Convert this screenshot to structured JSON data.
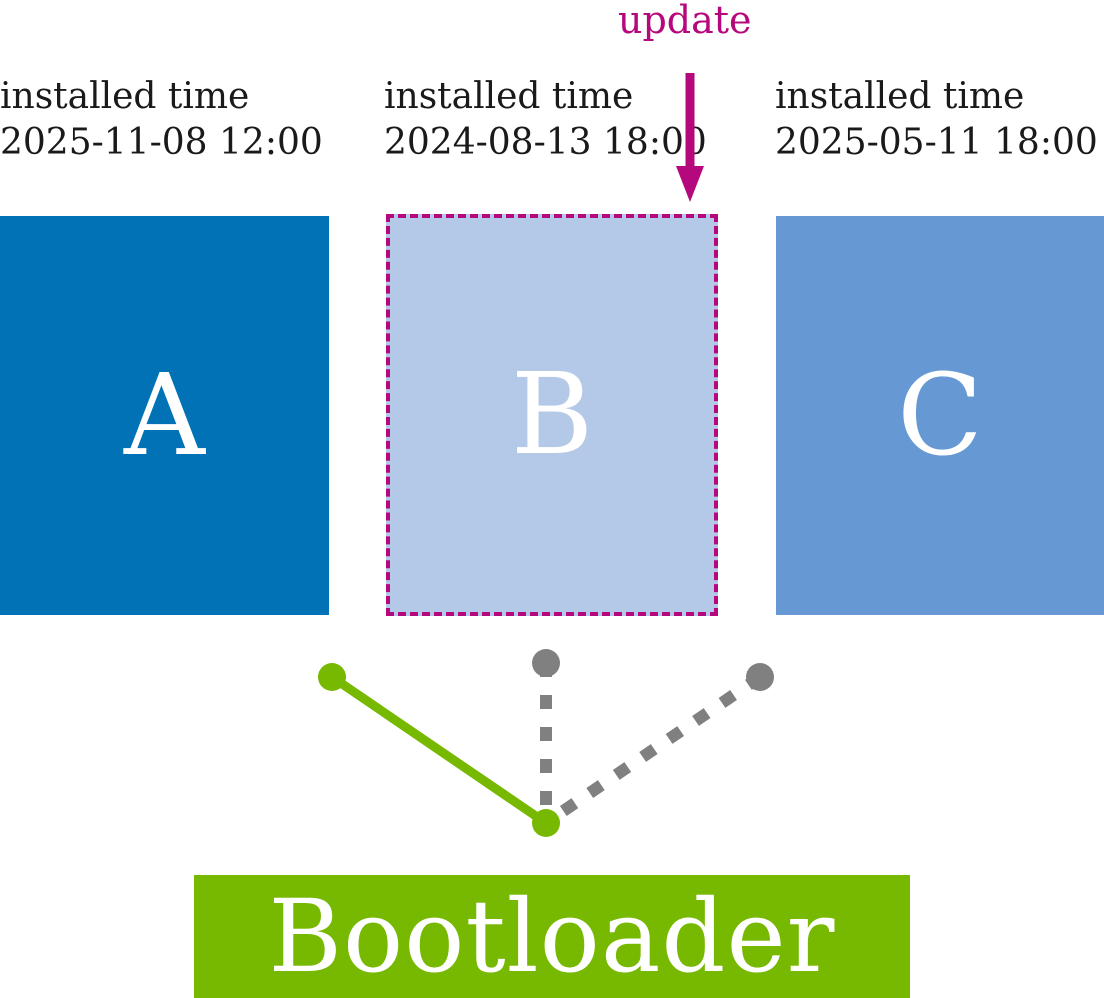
{
  "update": {
    "label": "update",
    "color": "#b5087c"
  },
  "slots": [
    {
      "id": "A",
      "caption_line1": "installed time",
      "caption_line2": "2025-11-08 12:00",
      "color": "#0072b5",
      "selected_by_bootloader": true
    },
    {
      "id": "B",
      "caption_line1": "installed time",
      "caption_line2": "2024-08-13 18:00",
      "color": "#b4c8e8",
      "border": "dashed",
      "update_target": true
    },
    {
      "id": "C",
      "caption_line1": "installed time",
      "caption_line2": "2025-05-11 18:00",
      "color": "#6699d4"
    }
  ],
  "bootloader": {
    "label": "Bootloader",
    "color": "#76b900"
  },
  "connectors": {
    "active_color": "#76b900",
    "inactive_color": "#808080",
    "active_style": "solid",
    "inactive_style": "dotted"
  }
}
